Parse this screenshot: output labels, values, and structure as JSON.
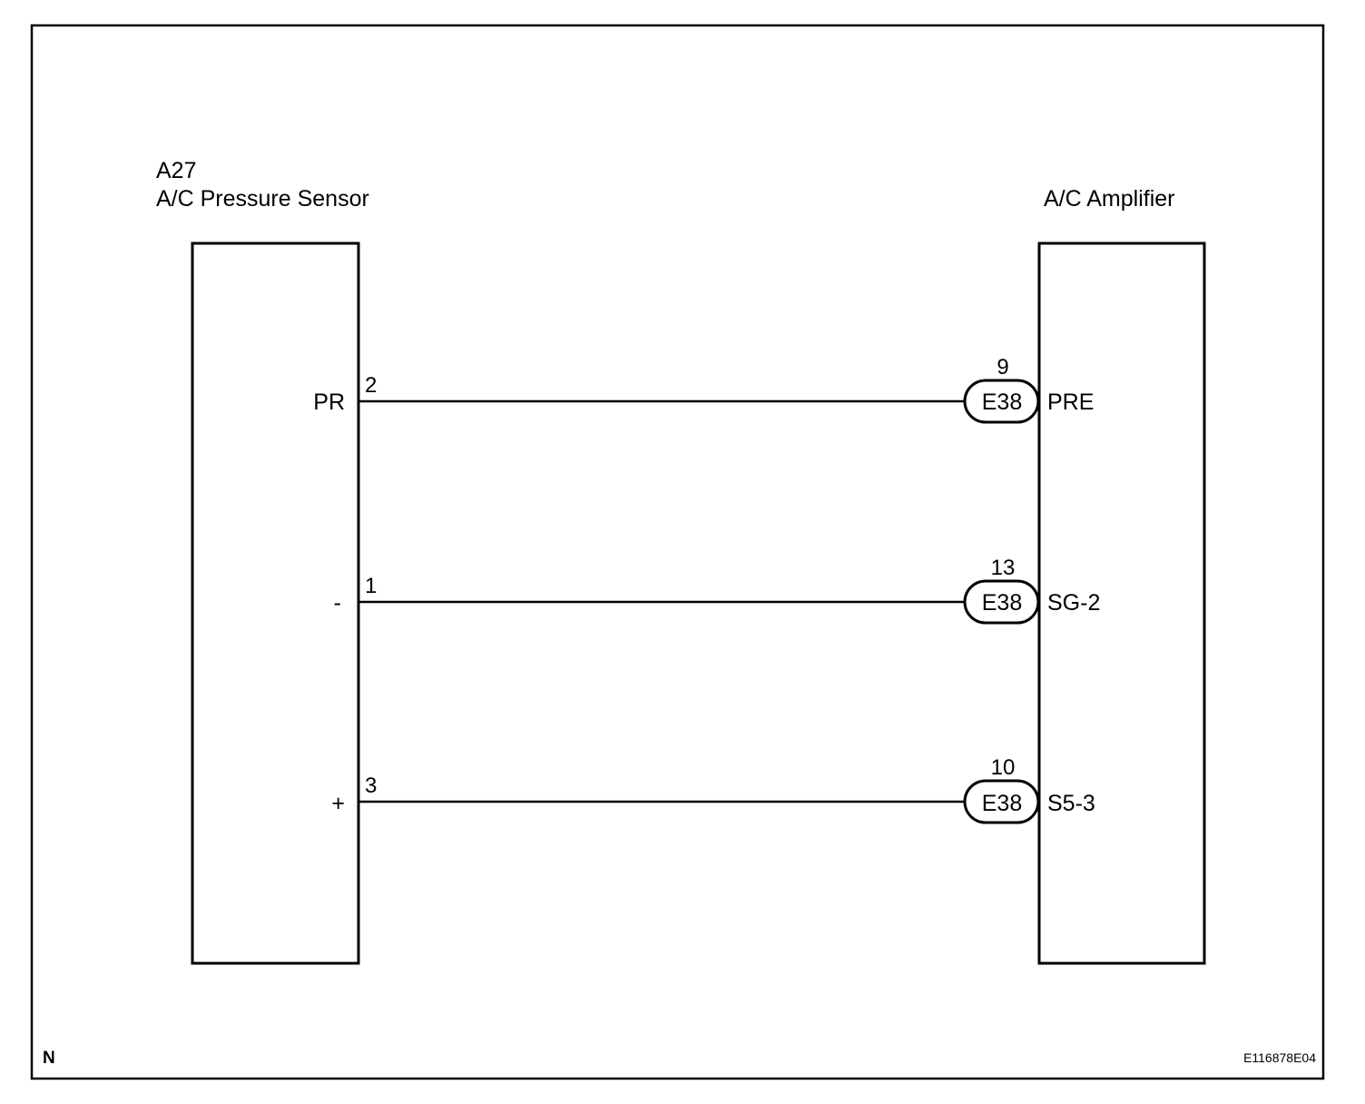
{
  "sensor": {
    "code": "A27",
    "name": "A/C Pressure Sensor"
  },
  "amplifier": {
    "name": "A/C Amplifier"
  },
  "wires": [
    {
      "sensor_terminal": "PR",
      "sensor_pin": "2",
      "connector": "E38",
      "amp_pin": "9",
      "amp_terminal": "PRE"
    },
    {
      "sensor_terminal": "-",
      "sensor_pin": "1",
      "connector": "E38",
      "amp_pin": "13",
      "amp_terminal": "SG-2"
    },
    {
      "sensor_terminal": "+",
      "sensor_pin": "3",
      "connector": "E38",
      "amp_pin": "10",
      "amp_terminal": "S5-3"
    }
  ],
  "footer": {
    "left": "N",
    "right": "E116878E04"
  }
}
